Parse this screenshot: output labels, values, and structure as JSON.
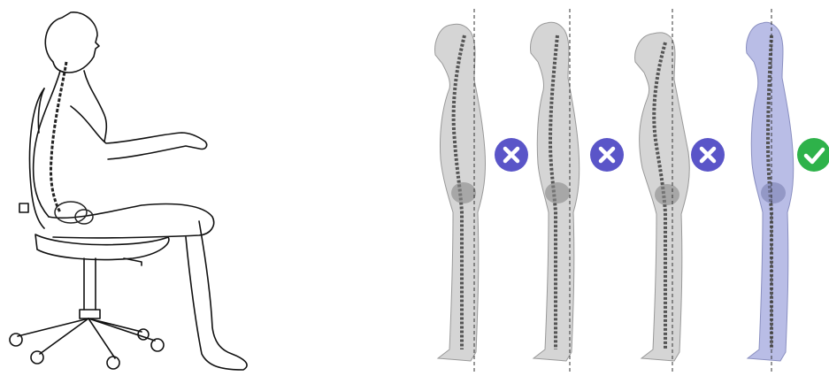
{
  "figures": {
    "seated": {
      "label": "seated-figure-on-office-chair"
    },
    "postures": [
      {
        "id": "posture-1",
        "verdict": "incorrect",
        "icon": "x-icon"
      },
      {
        "id": "posture-2",
        "verdict": "incorrect",
        "icon": "x-icon"
      },
      {
        "id": "posture-3",
        "verdict": "incorrect",
        "icon": "x-icon"
      },
      {
        "id": "posture-4",
        "verdict": "correct",
        "icon": "check-icon"
      }
    ]
  },
  "colors": {
    "incorrect_badge": "#5a55c8",
    "correct_badge": "#2eb24a",
    "body_fill": "#d8d8d8",
    "correct_body_fill": "#b9bde6",
    "skeleton": "#555555"
  }
}
